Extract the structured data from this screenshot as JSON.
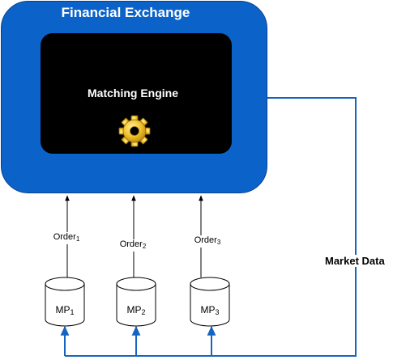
{
  "exchange": {
    "title": "Financial Exchange",
    "color": "#0b63c9"
  },
  "engine": {
    "title": "Matching Engine",
    "icon": "gear-icon"
  },
  "orders": [
    {
      "label": "Order",
      "sub": "1"
    },
    {
      "label": "Order",
      "sub": "2"
    },
    {
      "label": "Order",
      "sub": "3"
    }
  ],
  "participants": [
    {
      "label": "MP",
      "sub": "1"
    },
    {
      "label": "MP",
      "sub": "2"
    },
    {
      "label": "MP",
      "sub": "3"
    }
  ],
  "market_data": {
    "label": "Market Data",
    "color": "#1565c0"
  }
}
